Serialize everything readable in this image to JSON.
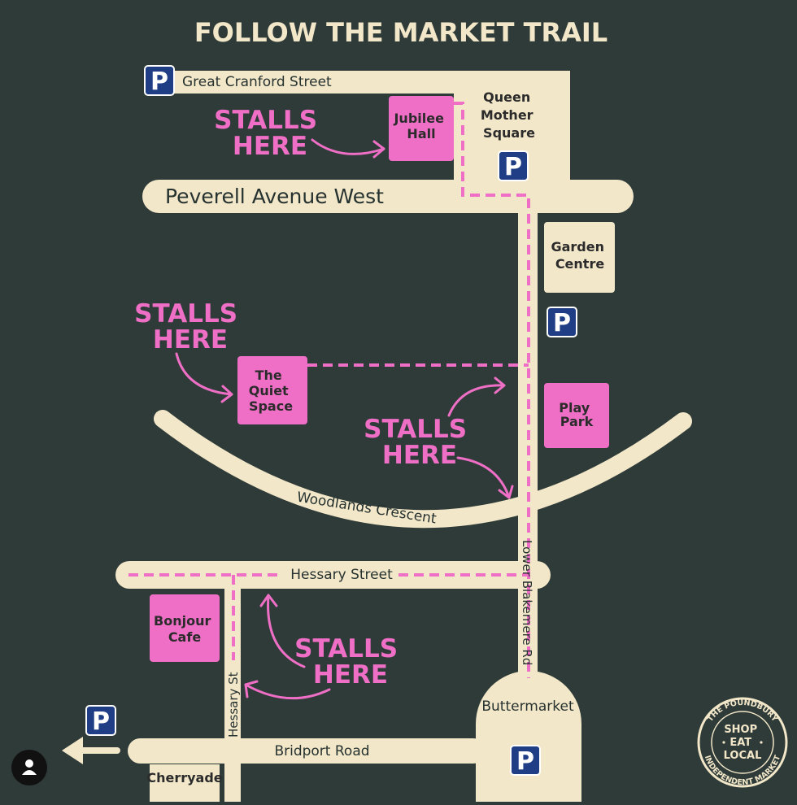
{
  "title": "FOLLOW THE MARKET TRAIL",
  "roads": {
    "great_cranford": "Great Cranford Street",
    "peverell": "Peverell Avenue West",
    "woodlands": "Woodlands Crescent",
    "hessary_street": "Hessary Street",
    "lower_blakemere": "Lower Blakemere Rd",
    "hessary_st": "Hessary St",
    "bridport": "Bridport Road",
    "buttermarket": "Buttermarket"
  },
  "places": {
    "queen_mother_square": [
      "Queen",
      "Mother",
      "Square"
    ],
    "jubilee_hall": [
      "Jubilee",
      "Hall"
    ],
    "garden_centre": [
      "Garden",
      "Centre"
    ],
    "quiet_space": [
      "The",
      "Quiet",
      "Space"
    ],
    "play_park": [
      "Play",
      "Park"
    ],
    "bonjour_cafe": [
      "Bonjour",
      "Cafe"
    ],
    "cherryade": "Cherryade"
  },
  "stalls_label": [
    "STALLS",
    "HERE"
  ],
  "parking_label": "P",
  "badge": {
    "top": "THE POUNDBURY",
    "bottom": "INDEPENDENT MARKET",
    "lines": [
      "SHOP",
      "EAT",
      "LOCAL"
    ]
  },
  "colors": {
    "background": "#2e3b38",
    "road": "#f3e7c9",
    "stall_pink": "#f06fc6",
    "trail": "#f06fc6",
    "parking": "#1f3e86"
  }
}
